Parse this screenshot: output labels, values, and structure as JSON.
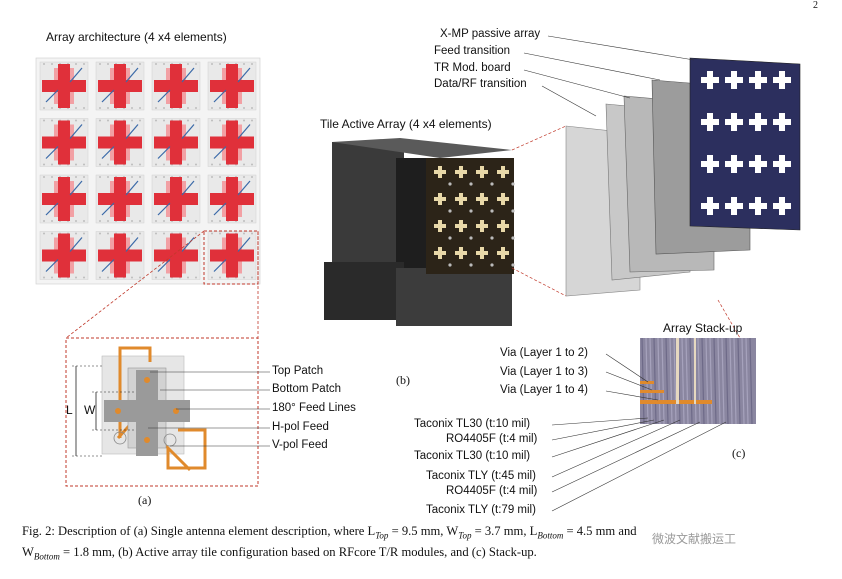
{
  "page_mark": "2",
  "panel_a": {
    "title": "Array architecture (4 x4 elements)",
    "label": "(a)",
    "legend": [
      "Top Patch",
      "Bottom Patch",
      "180° Feed Lines",
      "H-pol Feed",
      "V-pol Feed"
    ],
    "dim_L": "L",
    "dim_W": "W"
  },
  "panel_b": {
    "tile_label": "Tile Active Array (4 x4 elements)",
    "label": "(b)",
    "layers": [
      "X-MP passive array",
      "Feed transition",
      "TR Mod. board",
      "Data/RF transition"
    ]
  },
  "panel_c": {
    "title": "Array Stack-up",
    "label": "(c)",
    "vias": [
      "Via (Layer 1 to 2)",
      "Via (Layer 1 to 3)",
      "Via (Layer 1 to 4)"
    ],
    "materials": [
      "Taconix TL30 (t:10 mil)",
      "RO4405F (t:4 mil)",
      "Taconix TL30 (t:10 mil)",
      "Taconix TLY (t:45 mil)",
      "RO4405F (t:4 mil)",
      "Taconix TLY (t:79 mil)"
    ]
  },
  "caption": {
    "line1": "Fig. 2: Description of (a) Single antenna element description, where L",
    "sub1": "Top",
    "mid1": " = 9.5 mm, W",
    "sub2": "Top",
    "end1": " = 3.7 mm, L",
    "sub3": "Bottom",
    "end1b": " = 4.5 mm and",
    "line2a": "W",
    "sub4": "Bottom",
    "line2b": " = 1.8 mm, (b) Active array tile configuration based on RFcore T/R modules, and (c) Stack-up."
  },
  "watermark": "微波文献搬运工",
  "colors": {
    "patch_red": "#e0303a",
    "feed_orange": "#e08a2c",
    "board_blue": "#2c2f5e",
    "dashed_red": "#c0392b"
  }
}
